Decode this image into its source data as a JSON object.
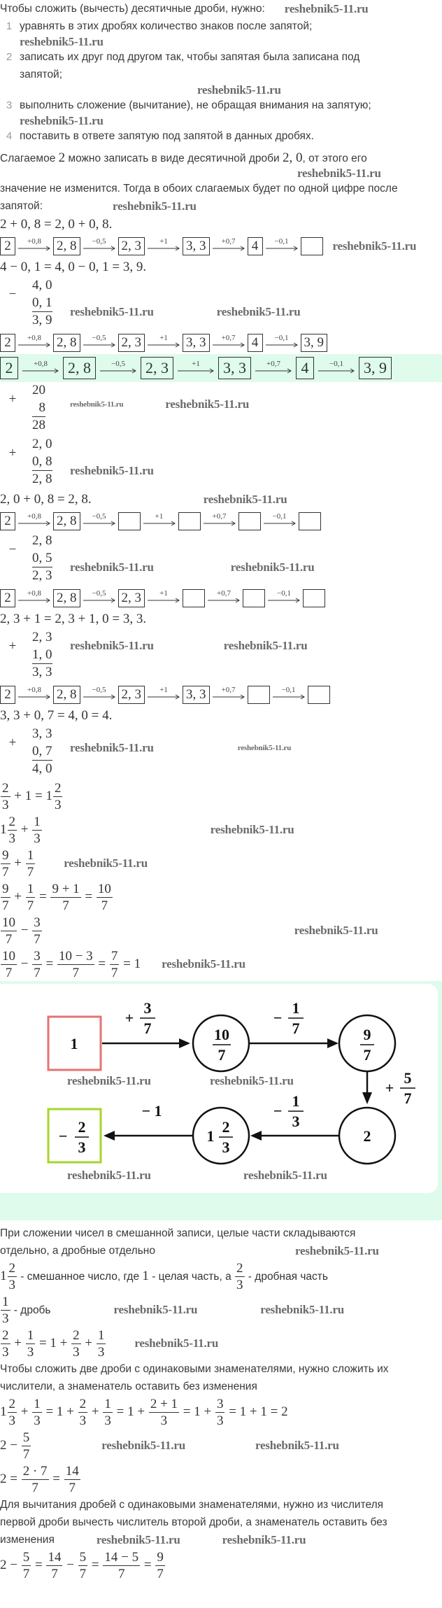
{
  "watermark": "reshebnik5-11.ru",
  "intro": {
    "heading": "Чтобы сложить (вычесть) десятичные дроби, нужно:",
    "steps": [
      {
        "num": "1",
        "text": "уравнять в этих дробях количество знаков после запятой;"
      },
      {
        "num": "2",
        "text": "записать их друг под другом так, чтобы запятая была записана под",
        "text_cont": "запятой;"
      },
      {
        "num": "3",
        "text": "выполнить сложение (вычитание), не обращая внимания на запятую;"
      },
      {
        "num": "4",
        "text": "поставить в ответе запятую под запятой в данных дробях."
      }
    ]
  },
  "para1": {
    "a": "Слагаемое ",
    "m1": "2",
    "b": " можно записать в виде десятичной дроби ",
    "m2": "2, 0",
    "c": ", от этого его",
    "line2": "значение не изменится. Тогда в обоих слагаемых будет по одной цифре после",
    "line3": "запятой:"
  },
  "eqs": {
    "e0": [
      "2 + 0, 8 = 2, 0 + 0, 8."
    ],
    "e1": [
      "4 − 0, 1 = 4, 0 − 0, 1 = 3, 9."
    ],
    "e2": [
      "2, 0 + 0, 8 = 2, 8."
    ],
    "e3": [
      "2, 3 + 1 = 2, 3 + 1, 0 = 3, 3."
    ],
    "e4": [
      "3, 3 + 0, 7 = 4, 0 = 4."
    ],
    "f0": [
      {
        "n": "2",
        "d": "3"
      },
      " + 1 = ",
      {
        "w": "1",
        "n": "2",
        "d": "3"
      }
    ],
    "f1": [
      {
        "w": "1",
        "n": "2",
        "d": "3"
      },
      " + ",
      {
        "n": "1",
        "d": "3"
      }
    ],
    "f2": [
      {
        "n": "9",
        "d": "7"
      },
      " + ",
      {
        "n": "1",
        "d": "7"
      }
    ],
    "f3": [
      {
        "n": "9",
        "d": "7"
      },
      " + ",
      {
        "n": "1",
        "d": "7"
      },
      " = ",
      {
        "n": "9 + 1",
        "d": "7"
      },
      " = ",
      {
        "n": "10",
        "d": "7"
      }
    ],
    "f4": [
      {
        "n": "10",
        "d": "7"
      },
      " − ",
      {
        "n": "3",
        "d": "7"
      }
    ],
    "f5": [
      {
        "n": "10",
        "d": "7"
      },
      " − ",
      {
        "n": "3",
        "d": "7"
      },
      " = ",
      {
        "n": "10 − 3",
        "d": "7"
      },
      " = ",
      {
        "n": "7",
        "d": "7"
      },
      " = 1"
    ],
    "g_mixed": [
      {
        "w": "1",
        "n": "2",
        "d": "3"
      },
      {
        "t": " - смешанное число, где "
      },
      "1",
      {
        "t": " - целая часть, а "
      },
      {
        "n": "2",
        "d": "3"
      },
      {
        "t": " - дробная часть"
      }
    ],
    "g_frac": [
      {
        "n": "1",
        "d": "3"
      },
      {
        "t": " - дробь"
      }
    ],
    "g0": [
      {
        "n": "2",
        "d": "3"
      },
      " + ",
      {
        "n": "1",
        "d": "3"
      },
      " = 1 + ",
      {
        "n": "2",
        "d": "3"
      },
      " + ",
      {
        "n": "1",
        "d": "3"
      }
    ],
    "g1": [
      {
        "w": "1",
        "n": "2",
        "d": "3"
      },
      " + ",
      {
        "n": "1",
        "d": "3"
      },
      " = 1 + ",
      {
        "n": "2",
        "d": "3"
      },
      " + ",
      {
        "n": "1",
        "d": "3"
      },
      " = 1 + ",
      {
        "n": "2 + 1",
        "d": "3"
      },
      " = 1 + ",
      {
        "n": "3",
        "d": "3"
      },
      " = 1 + 1 = 2"
    ],
    "g2": [
      "2 − ",
      {
        "n": "5",
        "d": "7"
      }
    ],
    "g3": [
      "2 = ",
      {
        "n": "2 · 7",
        "d": "7"
      },
      " = ",
      {
        "n": "14",
        "d": "7"
      }
    ],
    "g4": [
      "2 − ",
      {
        "n": "5",
        "d": "7"
      },
      " = ",
      {
        "n": "14",
        "d": "7"
      },
      " − ",
      {
        "n": "5",
        "d": "7"
      },
      " = ",
      {
        "n": "14 − 5",
        "d": "7"
      },
      " = ",
      {
        "n": "9",
        "d": "7"
      }
    ]
  },
  "chains": {
    "ops": [
      "+0,8",
      "−0,5",
      "+1",
      "+0,7",
      "−0,1"
    ],
    "c0": [
      "2",
      "2, 8",
      "2, 3",
      "3, 3",
      "4",
      ""
    ],
    "c1": [
      "2",
      "2, 8",
      "2, 3",
      "3, 3",
      "4",
      "3, 9"
    ],
    "c_hl": [
      "2",
      "2, 8",
      "2, 3",
      "3, 3",
      "4",
      "3, 9"
    ],
    "c2": [
      "2",
      "2, 8",
      "",
      "",
      "",
      ""
    ],
    "c3": [
      "2",
      "2, 8",
      "2, 3",
      "",
      "",
      ""
    ],
    "c4": [
      "2",
      "2, 8",
      "2, 3",
      "3, 3",
      "",
      ""
    ]
  },
  "columns": {
    "k1": {
      "op": "−",
      "rows": [
        "4, 0",
        "0, 1",
        "3, 9"
      ]
    },
    "k2": {
      "op": "+",
      "rows": [
        "20",
        "8",
        "28"
      ]
    },
    "k3": {
      "op": "+",
      "rows": [
        "2, 0",
        "0, 8",
        "2, 8"
      ]
    },
    "k4": {
      "op": "−",
      "rows": [
        "2, 8",
        "0, 5",
        "2, 3"
      ]
    },
    "k5": {
      "op": "+",
      "rows": [
        "2, 3",
        "1, 0",
        "3, 3"
      ]
    },
    "k6": {
      "op": "+",
      "rows": [
        "3, 3",
        "0, 7",
        "4, 0"
      ]
    }
  },
  "diagram": {
    "start": "1",
    "n1": {
      "n": "10",
      "d": "7"
    },
    "n2": {
      "n": "9",
      "d": "7"
    },
    "n3": "2",
    "n4": {
      "w": "1",
      "n": "2",
      "d": "3"
    },
    "end": {
      "sign": "−",
      "n": "2",
      "d": "3"
    },
    "op1": {
      "sign": "+",
      "n": "3",
      "d": "7"
    },
    "op2": {
      "sign": "−",
      "n": "1",
      "d": "7"
    },
    "op3": {
      "sign": "+",
      "n": "5",
      "d": "7"
    },
    "op4": {
      "sign": "−",
      "n": "1",
      "d": "3"
    },
    "op5": "− 1",
    "colors": {
      "start": "#e57373",
      "end": "#a6d62b",
      "band": "#dffbec"
    }
  },
  "rules": {
    "r1": [
      "При сложении чисел в смешанной записи, целые части складываются",
      "отдельно, а дробные отдельно"
    ],
    "r2": [
      "Чтобы сложить две дроби с одинаковыми знаменателями, нужно сложить их",
      "числители, а знаменатель оставить без изменения"
    ],
    "r3": [
      "Для вычитания дробей с одинаковыми знаменателями, нужно из числителя",
      "первой дроби вычесть числитель второй дроби, а знаменатель оставить без",
      "изменения"
    ]
  }
}
